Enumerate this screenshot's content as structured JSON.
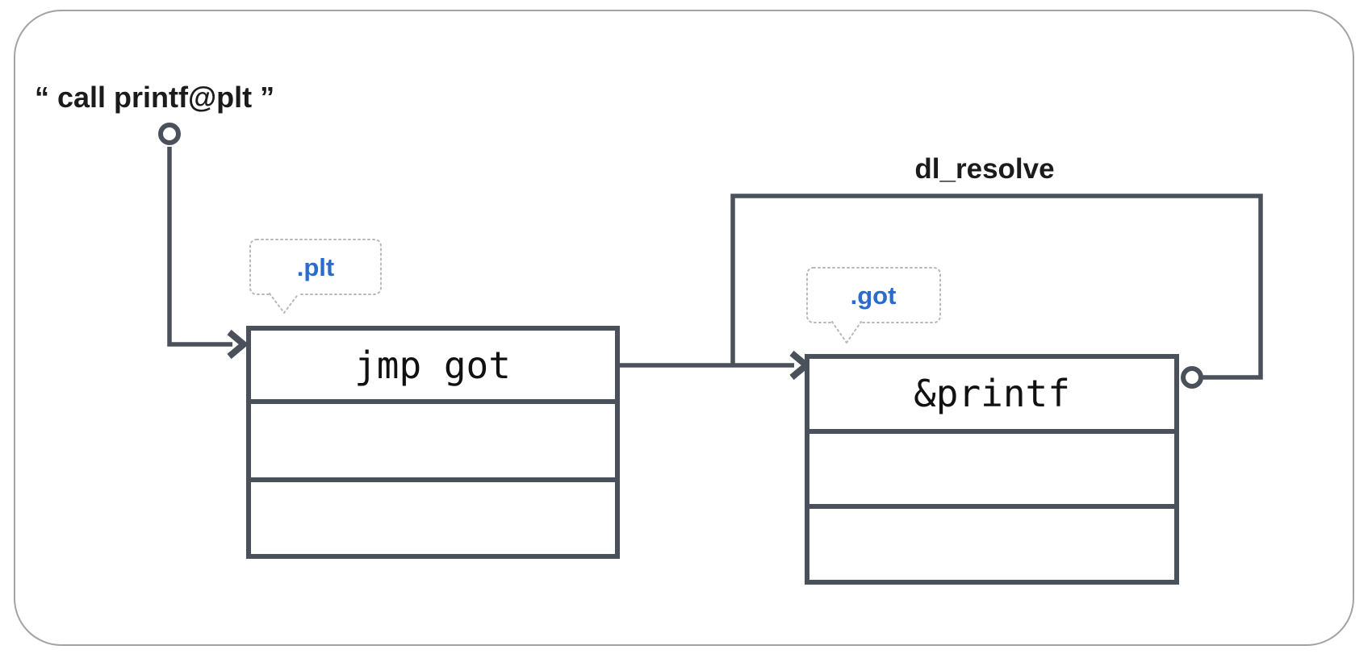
{
  "labels": {
    "call_instruction": "“ call printf@plt ”",
    "resolver": "dl_resolve",
    "plt_section": ".plt",
    "got_section": ".got"
  },
  "plt_table": {
    "rows": [
      "jmp got",
      "",
      ""
    ]
  },
  "got_table": {
    "rows": [
      "&printf",
      "",
      ""
    ]
  },
  "colors": {
    "line": "#4b515a",
    "accent_blue": "#2a6bcc",
    "text": "#1b1b1b",
    "frame_border": "#a3a3a3",
    "tooltip_border": "#b8b8b8",
    "background": "#ffffff"
  }
}
